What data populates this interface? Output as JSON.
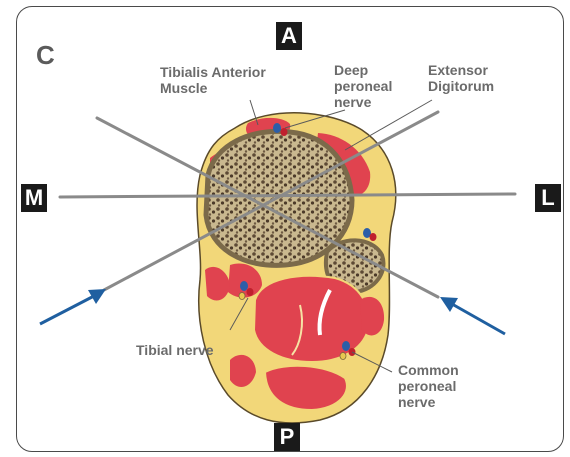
{
  "panel_label": "C",
  "directions": {
    "anterior": "A",
    "posterior": "P",
    "medial": "M",
    "lateral": "L"
  },
  "labels": {
    "tibialis_anterior": "Tibialis Anterior Muscle",
    "deep_peroneal": "Deep peroneal nerve",
    "extensor_digitorum": "Extensor Digitorum",
    "tibial_nerve": "Tibial nerve",
    "common_peroneal": "Common peroneal nerve"
  },
  "colors": {
    "muscle": "#e0434f",
    "fat": "#f2d779",
    "bone": "#8a7558",
    "arrow": "#1f5fa0",
    "needle": "#8a8a8a",
    "label": "#6b6b6b"
  }
}
